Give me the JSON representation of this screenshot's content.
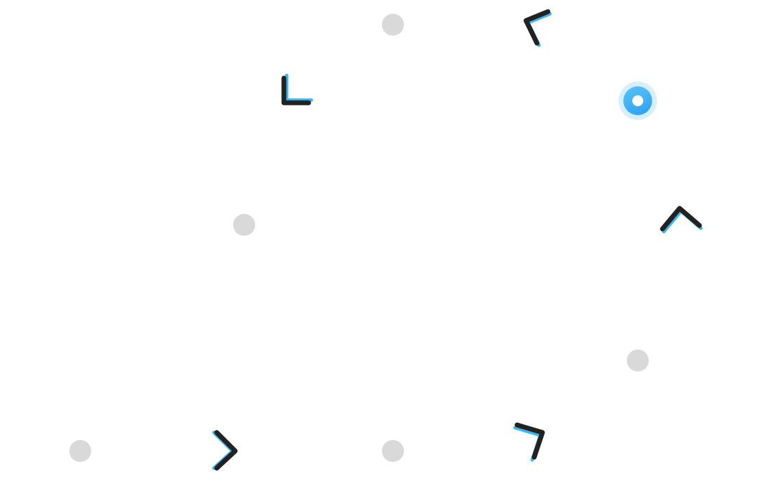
{
  "colors": {
    "background": "#ffffff",
    "node_idle": "#d9d9d9",
    "node_active_ring": "#d6effc",
    "node_active_core": "#3aa8f5",
    "chevron_stroke": "#222222",
    "chevron_accent": "#3bb8f0"
  },
  "board": {
    "nodes": [
      {
        "name": "node-top-center",
        "state": "idle"
      },
      {
        "name": "node-mid-left",
        "state": "idle"
      },
      {
        "name": "node-active-target",
        "state": "active"
      },
      {
        "name": "node-right-lower",
        "state": "idle"
      },
      {
        "name": "node-bottom-left",
        "state": "idle"
      },
      {
        "name": "node-bottom-center",
        "state": "idle"
      }
    ],
    "chevrons": [
      {
        "name": "chevron-top-right",
        "icon": "chevron-icon"
      },
      {
        "name": "chevron-upper-left",
        "icon": "chevron-icon"
      },
      {
        "name": "chevron-right-up",
        "icon": "chevron-up-icon"
      },
      {
        "name": "chevron-bottom-left",
        "icon": "chevron-right-icon"
      },
      {
        "name": "chevron-bottom-right",
        "icon": "chevron-icon"
      }
    ]
  }
}
